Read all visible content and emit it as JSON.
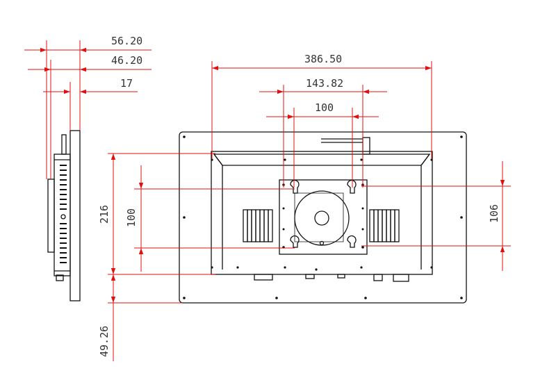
{
  "colors": {
    "dimension": "#e01010",
    "outline": "#111111",
    "text": "#333333"
  },
  "side_view": {
    "dim_overall_depth": "56.20",
    "dim_body_depth": "46.20",
    "dim_bezel_depth": "17"
  },
  "rear_view": {
    "dim_frame_width": "386.50",
    "dim_hole_span_outer": "143.82",
    "dim_hole_span_inner": "100",
    "dim_frame_height": "216",
    "dim_vesa_vertical": "100",
    "dim_right_vertical": "106",
    "dim_bottom_offset": "49.26"
  }
}
